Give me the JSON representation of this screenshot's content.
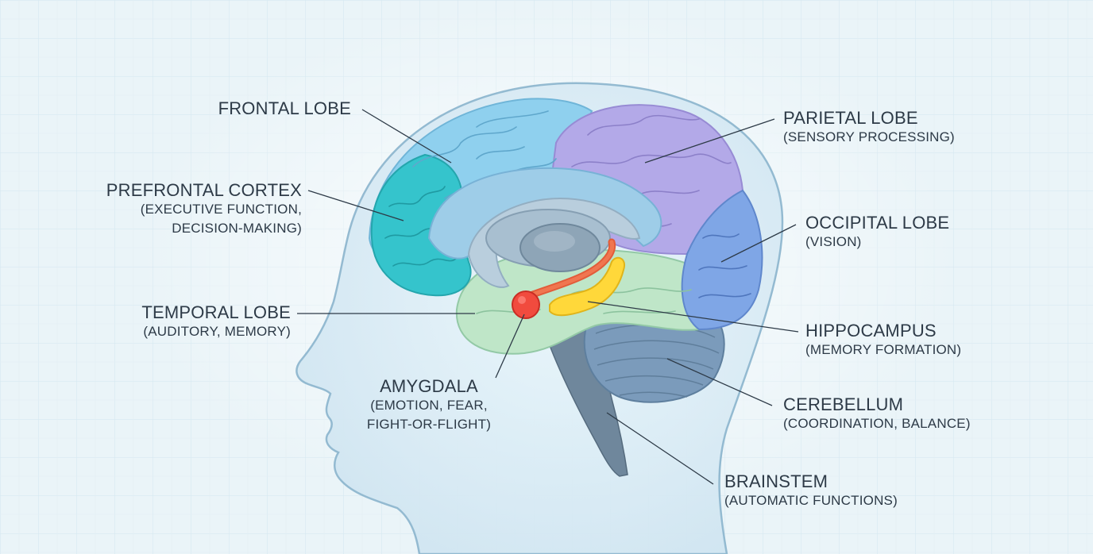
{
  "labels": {
    "frontal": {
      "title": "FRONTAL LOBE"
    },
    "prefrontal": {
      "title": "PREFRONTAL CORTEX",
      "sub1": "(EXECUTIVE FUNCTION,",
      "sub2": "DECISION-MAKING)"
    },
    "temporal": {
      "title": "TEMPORAL LOBE",
      "sub1": "(AUDITORY, MEMORY)"
    },
    "amygdala": {
      "title": "AMYGDALA",
      "sub1": "(EMOTION, FEAR,",
      "sub2": "FIGHT-OR-FLIGHT)"
    },
    "parietal": {
      "title": "PARIETAL LOBE",
      "sub1": "(SENSORY PROCESSING)"
    },
    "occipital": {
      "title": "OCCIPITAL LOBE",
      "sub1": "(VISION)"
    },
    "hippocampus": {
      "title": "HIPPOCAMPUS",
      "sub1": "(MEMORY FORMATION)"
    },
    "cerebellum": {
      "title": "CEREBELLUM",
      "sub1": "(COORDINATION, BALANCE)"
    },
    "brainstem": {
      "title": "BRAINSTEM",
      "sub1": "(AUTOMATIC FUNCTIONS)"
    }
  },
  "colors": {
    "background": "#eaf4f8",
    "head": "#d8ecf6",
    "head_outline": "#8fb7cf",
    "frontal": "#8fd0ee",
    "prefrontal": "#35c4cc",
    "parietal": "#b3a9e8",
    "occipital": "#7fa6e6",
    "temporal": "#bfe6c8",
    "inner_cortex": "#9ecde8",
    "corpus": "#b9cedd",
    "thalamus": "#8ea5b7",
    "amygdala": "#f14b3e",
    "hippocampus": "#ffd83a",
    "fornix": "#f07650",
    "cerebellum": "#7b9bbb",
    "brainstem": "#6f879c",
    "leader_line": "#2d3a47"
  }
}
